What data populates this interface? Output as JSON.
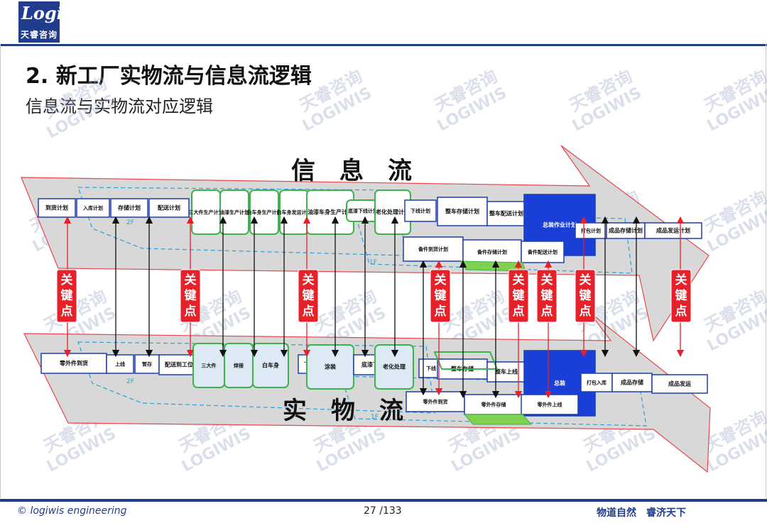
{
  "header": {
    "logo_brand": "Logiwis",
    "logo_cn": "天睿咨询"
  },
  "page": {
    "title": "2. 新工厂实物流与信息流逻辑",
    "subtitle": "信息流与实物流对应逻辑"
  },
  "diagram": {
    "info_flow_label": "信　息　流",
    "physical_flow_label": "实　物　流",
    "key_point_label": "关键点",
    "info_boxes": [
      "到货计划",
      "入库计划",
      "存储计划",
      "配送计划",
      "三大件生产计划",
      "油漆生产计划",
      "白车身生产计划",
      "白车身发运计划",
      "油漆车身生产计划",
      "底漆下线计划",
      "老化处理计划",
      "下线计划",
      "整车存储计划",
      "整车配送计划",
      "总装作业计划",
      "打包计划",
      "成品存储计划",
      "成品发运计划"
    ],
    "info_sub_boxes": [
      "备件到货计划",
      "备件存储计划",
      "备件配送计划"
    ],
    "phys_boxes": [
      "零外件到货",
      "上线",
      "暂存",
      "配送到工位",
      "三大件",
      "焊接",
      "白车身",
      "下线",
      "涂装",
      "底漆下线",
      "老化处理",
      "下线",
      "整车存储",
      "整车上线",
      "总装",
      "打包入库",
      "成品存储",
      "成品发运"
    ],
    "phys_sub_boxes": [
      "零外件到货",
      "零外件存储",
      "零外件上线"
    ],
    "zone_labels": [
      "2F",
      "1F",
      "2F",
      "1F"
    ],
    "watermark_cn": "天睿咨询",
    "watermark_en": "LOGIWIS"
  },
  "footer": {
    "copyright": "© logiwis engineering",
    "page_number": "27 /133",
    "slogan": "物道自然　睿济天下"
  },
  "colors": {
    "brand_blue": "#1f3d8c",
    "key_red": "#e8202a",
    "box_border": "#1a3fb0",
    "green_box": "#3cb44b",
    "arrow_gray": "#d4d4d4",
    "arrow_red_outline": "#e8474d"
  }
}
